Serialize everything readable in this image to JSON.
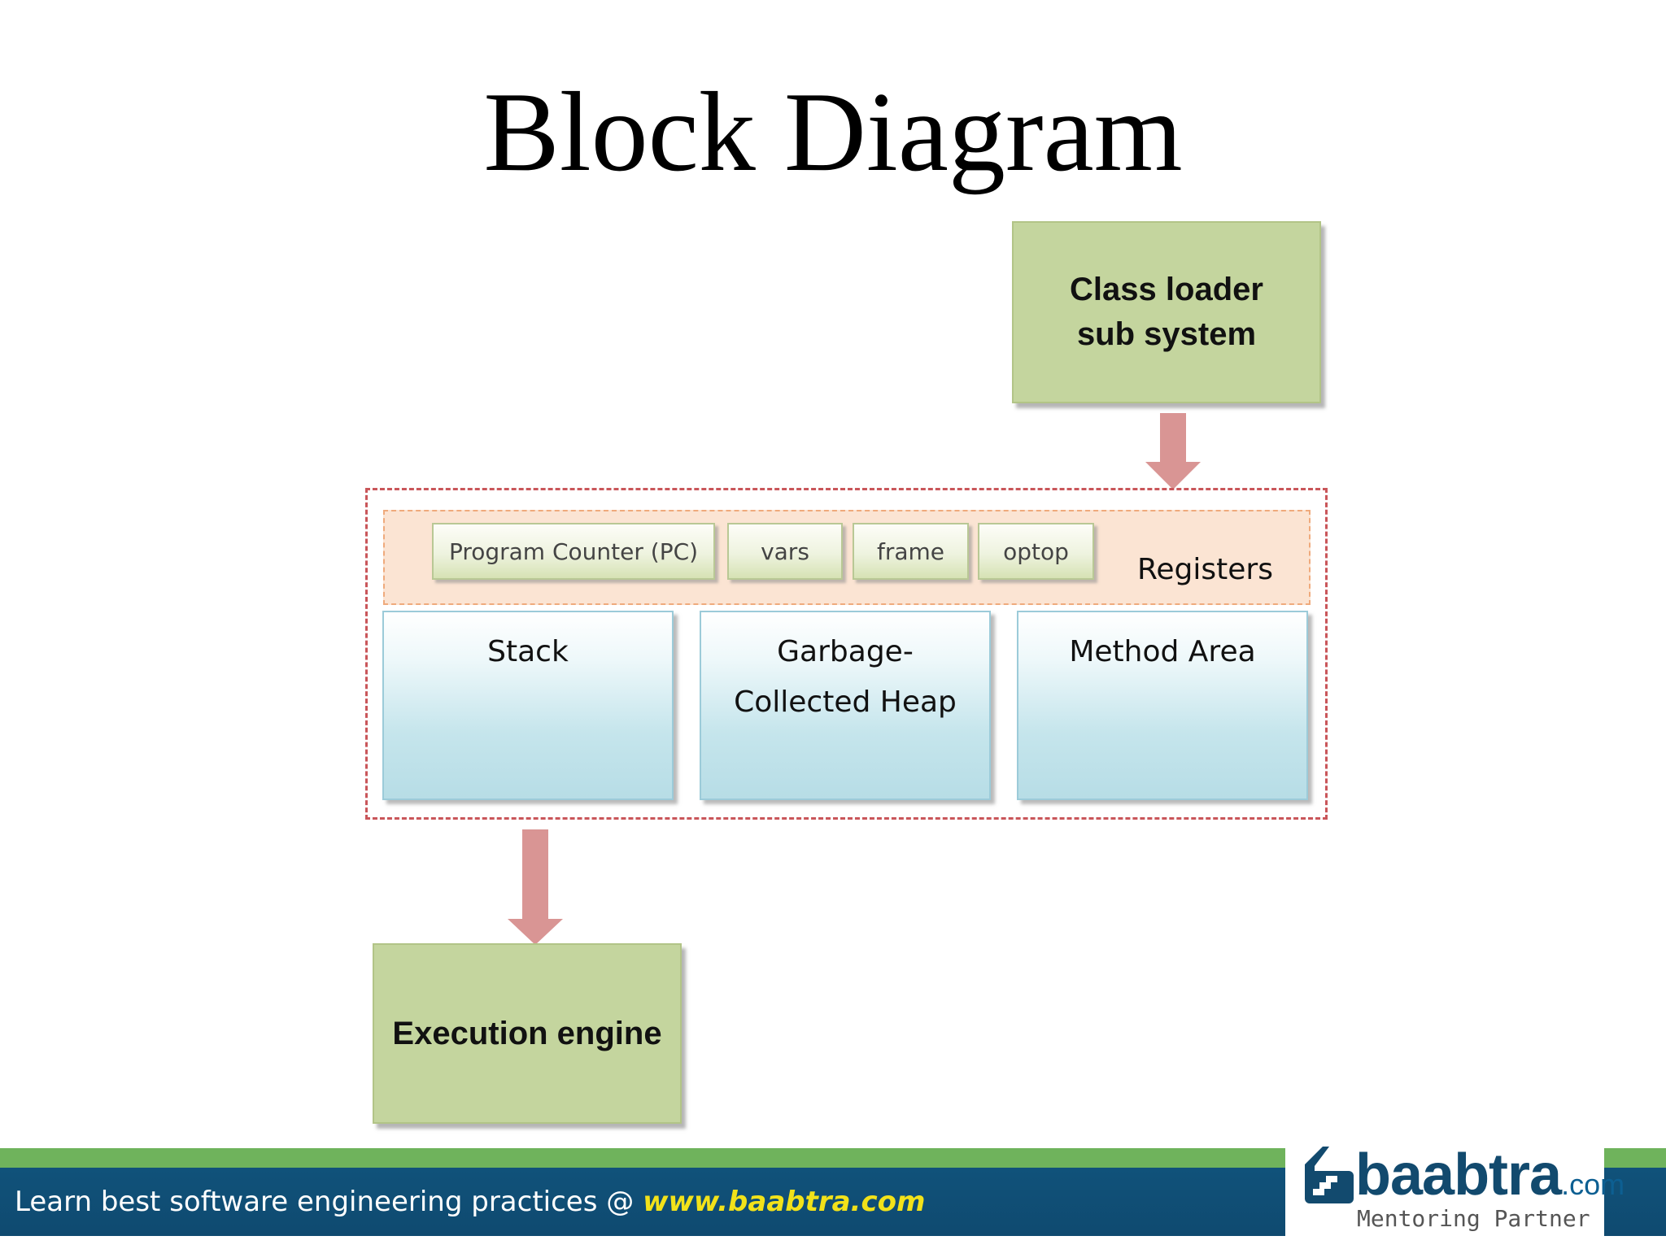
{
  "slide": {
    "title": "Block Diagram"
  },
  "diagram": {
    "class_loader": "Class loader sub system",
    "registers": {
      "label": "Registers",
      "items": [
        "Program Counter (PC)",
        "vars",
        "frame",
        "optop"
      ]
    },
    "memory_areas": [
      "Stack",
      "Garbage-Collected Heap",
      "Method Area"
    ],
    "execution_engine": "Execution engine",
    "colors": {
      "block_green": "#c4d59e",
      "arrow": "#d99594",
      "dashed_border": "#c9565a",
      "registers_band": "#fbe4d3",
      "memory_blue": "#b7dde6"
    }
  },
  "footer": {
    "text": "Learn best software engineering practices @ ",
    "link": "www.baabtra.com",
    "logo": {
      "name": "baabtra",
      "suffix": ".com",
      "tagline": "Mentoring Partner",
      "icon": "stair-step-logo-icon"
    },
    "colors": {
      "bar_blue": "#10527a",
      "stripe_green": "#6fb35c",
      "link_yellow": "#f2e21a"
    }
  }
}
